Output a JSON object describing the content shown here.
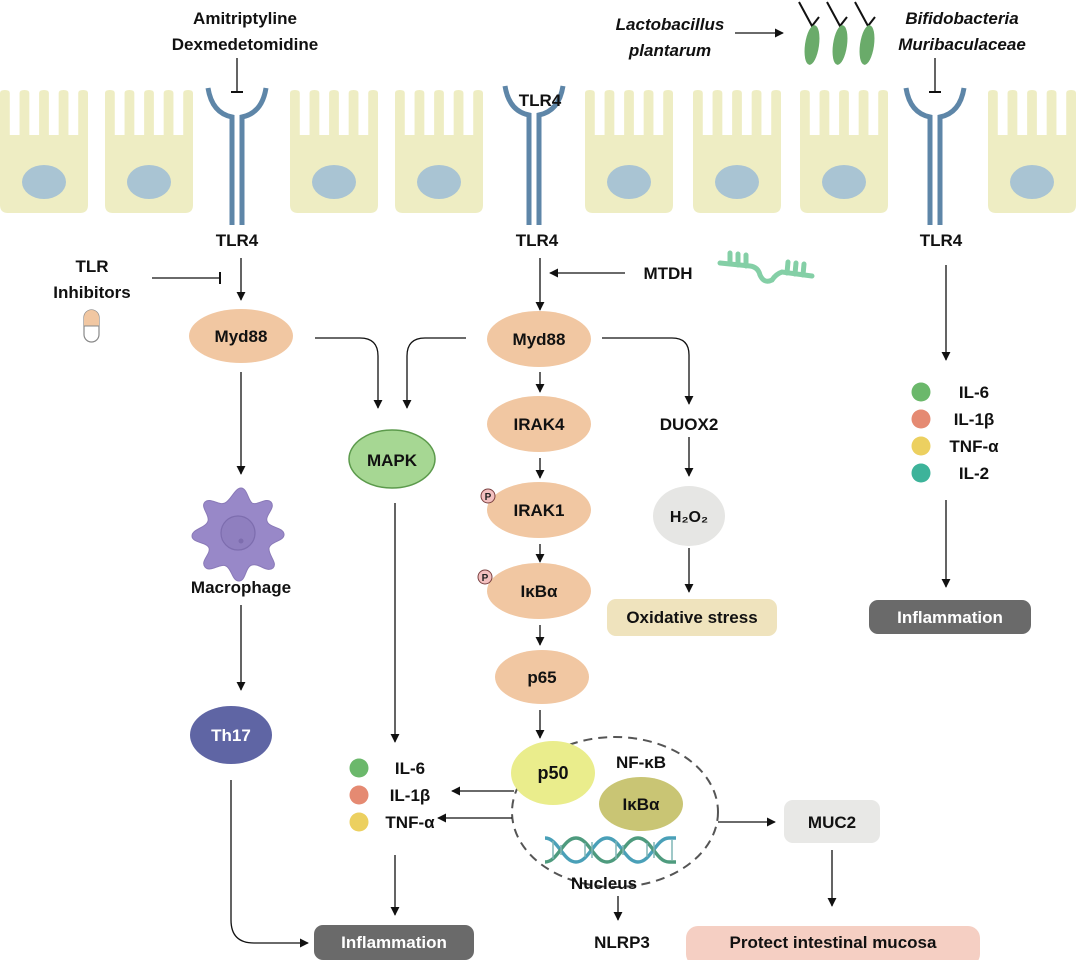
{
  "drugs": {
    "tlr4_left_inhibitors": [
      "Amitriptyline",
      "Dexmedetomidine"
    ],
    "tlr_inhibitors": [
      "TLR",
      "Inhibitors"
    ]
  },
  "bacteria": {
    "lactobacillus": [
      "Lactobacillus",
      "plantarum"
    ],
    "bifido": [
      "Bifidobacteria",
      "Muribaculaceae"
    ]
  },
  "receptors": {
    "left_bottom": "TLR4",
    "center_top": "TLR4",
    "center_bottom": "TLR4",
    "right_bottom": "TLR4"
  },
  "mtdh": "MTDH",
  "left_pathway": {
    "myd88": "Myd88",
    "macrophage": "Macrophage",
    "th17": "Th17"
  },
  "mapk": "MAPK",
  "center_pathway": {
    "myd88": "Myd88",
    "irak4": "IRAK4",
    "irak1": "IRAK1",
    "ikba": "IκBα",
    "p65": "p65",
    "p50": "p50",
    "nfkb": "NF-κB",
    "ikba_nuclear": "IκBα",
    "nucleus": "Nucleus",
    "nlrp3": "NLRP3",
    "phospho": "P"
  },
  "duox_branch": {
    "duox2": "DUOX2",
    "h2o2": "H₂O₂",
    "oxidative_stress": "Oxidative stress"
  },
  "right_cytokines": [
    {
      "label": "IL-6",
      "color": "#6bb86b"
    },
    {
      "label": "IL-1β",
      "color": "#e58a72"
    },
    {
      "label": "TNF-α",
      "color": "#ecd060"
    },
    {
      "label": "IL-2",
      "color": "#3db39a"
    }
  ],
  "left_cytokines": [
    {
      "label": "IL-6",
      "color": "#6bb86b"
    },
    {
      "label": "IL-1β",
      "color": "#e58a72"
    },
    {
      "label": "TNF-α",
      "color": "#ecd060"
    }
  ],
  "outcomes": {
    "inflammation_right": "Inflammation",
    "inflammation_bottom": "Inflammation",
    "muc2": "MUC2",
    "protect": "Protect intestinal mucosa"
  },
  "colors": {
    "cell": "#eeedc3",
    "cell_nucleus": "#a9c4d3",
    "receptor": "#5e86a8",
    "myd88_node": "#f1c7a2",
    "mapk_node": "#a6d793",
    "h2o2_node": "#e6e6e4",
    "p50_node": "#eaed8c",
    "ikba_nuclear_node": "#c9c574",
    "th17_node": "#5f65a4",
    "macrophage": "#9888c8",
    "inflammation_box": "#6a6a6a",
    "oxidative_box": "#efe3bd",
    "muc2_box": "#e8e8e6",
    "protect_box": "#f5cfc3",
    "bacteria": "#6aab6a",
    "mtdh_rna": "#84cfa6"
  }
}
